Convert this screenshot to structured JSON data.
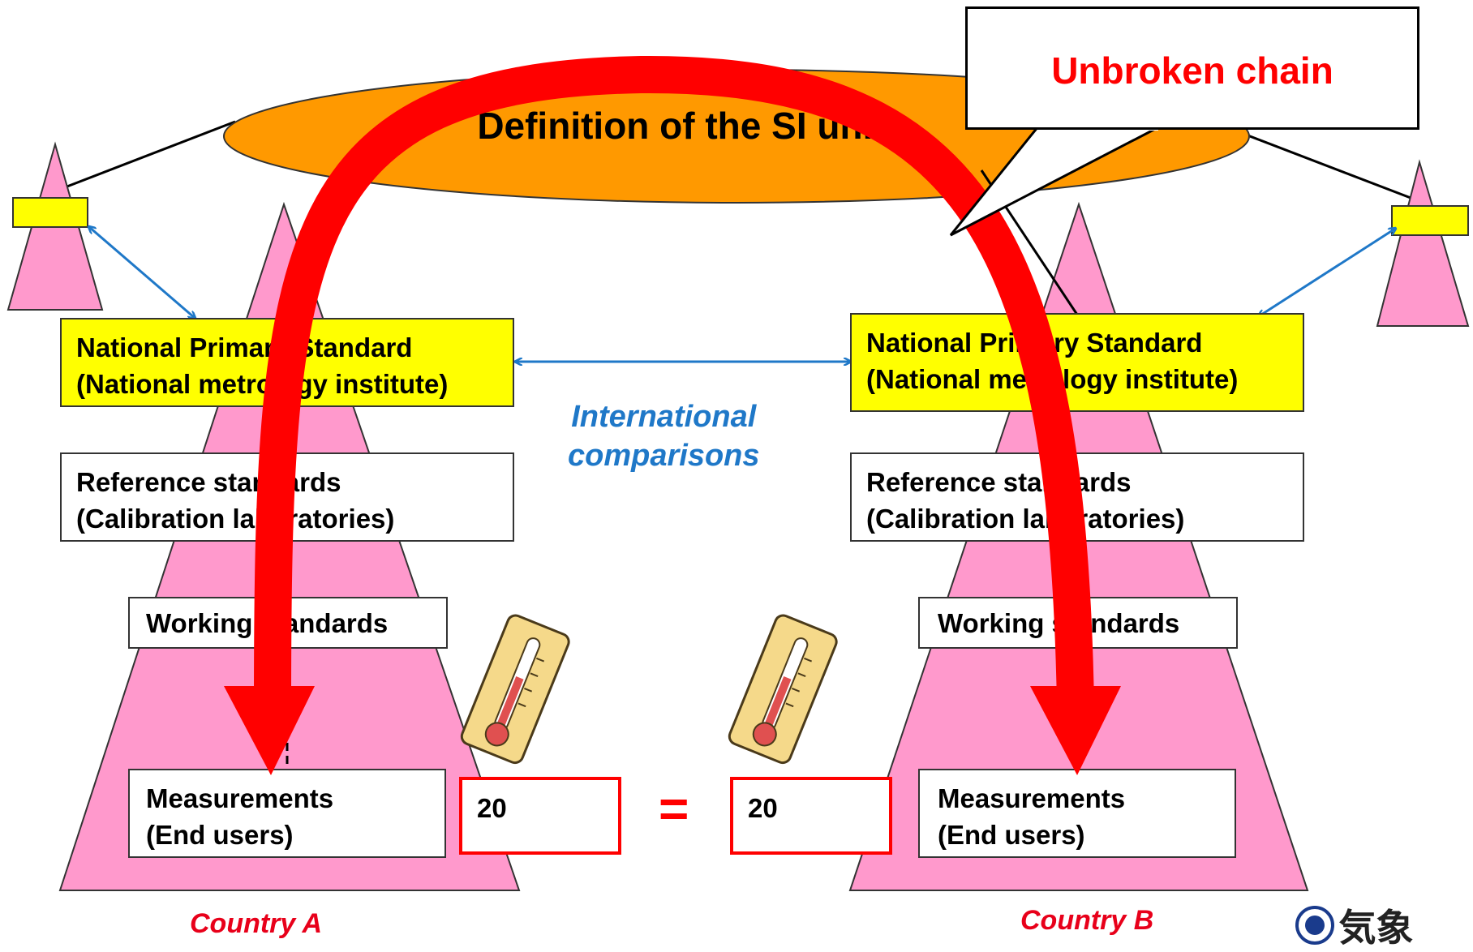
{
  "title": "Definition of the SI unit",
  "callout": "Unbroken chain",
  "international_comparisons": [
    "International",
    "comparisons"
  ],
  "country_a": {
    "label": "Country A",
    "national": [
      "National Primary Standard",
      "(National metrology institute)"
    ],
    "reference": [
      "Reference standards",
      "(Calibration laboratories)"
    ],
    "working": "Working standards",
    "measurements": [
      "Measurements",
      "(End users)"
    ],
    "value": "20"
  },
  "country_b": {
    "label": "Country B",
    "national": [
      "National Primary Standard",
      "(National metrology institute)"
    ],
    "reference": [
      "Reference standards",
      "(Calibration laboratories)"
    ],
    "working": "Working standards",
    "measurements": [
      "Measurements",
      "(End users)"
    ],
    "value": "20"
  },
  "equals": "=",
  "logo_text": "気象",
  "colors": {
    "pyramid": "#ff99cc",
    "ellipse": "#ff9900",
    "standard_box": "#ffff00",
    "arrow": "#ff0000",
    "link": "#1f78c8",
    "country_label": "#e8001a"
  },
  "icons": [
    "thermometer-icon",
    "thermometer-icon",
    "agency-logo-icon"
  ]
}
